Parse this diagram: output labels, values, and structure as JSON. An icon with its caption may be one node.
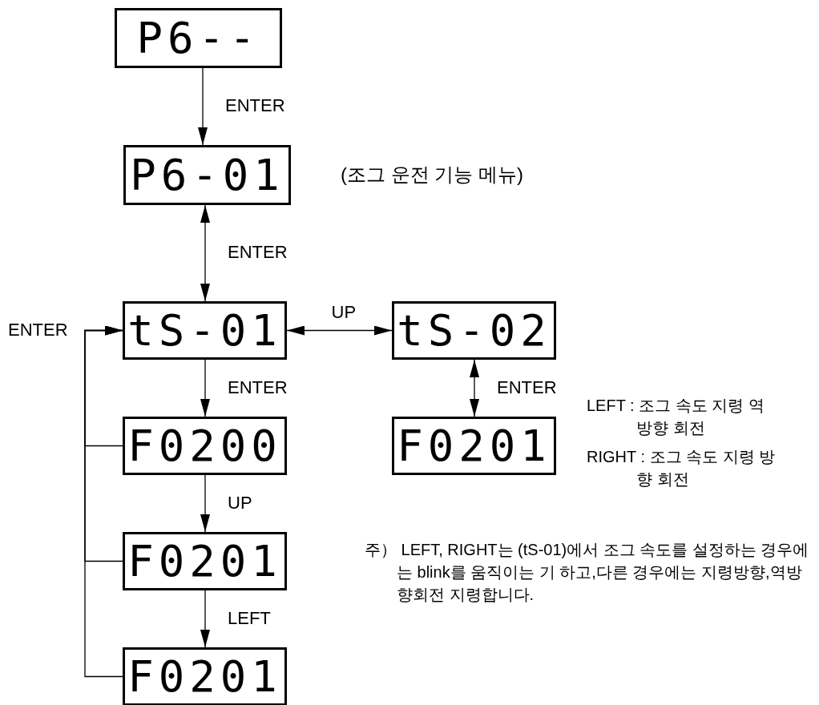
{
  "diagram": {
    "nodes": [
      {
        "text": [
          "P6--"
        ]
      },
      {
        "text": [
          "P6-01"
        ],
        "beside": [
          "(조그 운전 기능 메뉴)"
        ]
      },
      {
        "text": [
          "tS-01"
        ]
      },
      {
        "text": [
          "tS-02"
        ]
      },
      {
        "text": [
          "F0200"
        ]
      },
      {
        "text": [
          "F0201"
        ]
      },
      {
        "text": [
          "F0201"
        ]
      },
      {
        "text": [
          "F0201"
        ]
      }
    ],
    "edges": [
      {
        "from": 0,
        "to": 1,
        "arrow": "to",
        "label": "ENTER"
      },
      {
        "from": 1,
        "to": 2,
        "arrow": "both",
        "label": "ENTER"
      },
      {
        "from": 2,
        "to": 3,
        "arrow": "both",
        "label": "UP"
      },
      {
        "from": 2,
        "to": 4,
        "arrow": "to",
        "label": "ENTER"
      },
      {
        "from": 4,
        "to": 6,
        "arrow": "to",
        "label": "UP"
      },
      {
        "from": 6,
        "to": 7,
        "arrow": "to",
        "label": "LEFT"
      },
      {
        "from": 3,
        "to": 5,
        "arrow": "both",
        "label": "ENTER"
      },
      {
        "from": 4,
        "to": 2,
        "arrow": "to",
        "label": "ENTER"
      },
      {
        "from": 6,
        "to": 2,
        "arrow": "to"
      },
      {
        "from": 7,
        "to": 2,
        "arrow": "to"
      }
    ],
    "labels": [
      "LEFT : 조그 속도 지령 역방향 회전",
      "RIGHT : 조그 속도 지령 방향 회전",
      "주） LEFT, RIGHT는 (tS-01)에서 조그 속도를 설정하는 경우에는 blink를 움직이는 기 하고,다른 경우에는 지령방향,역방향회전 지령합니다."
    ]
  }
}
